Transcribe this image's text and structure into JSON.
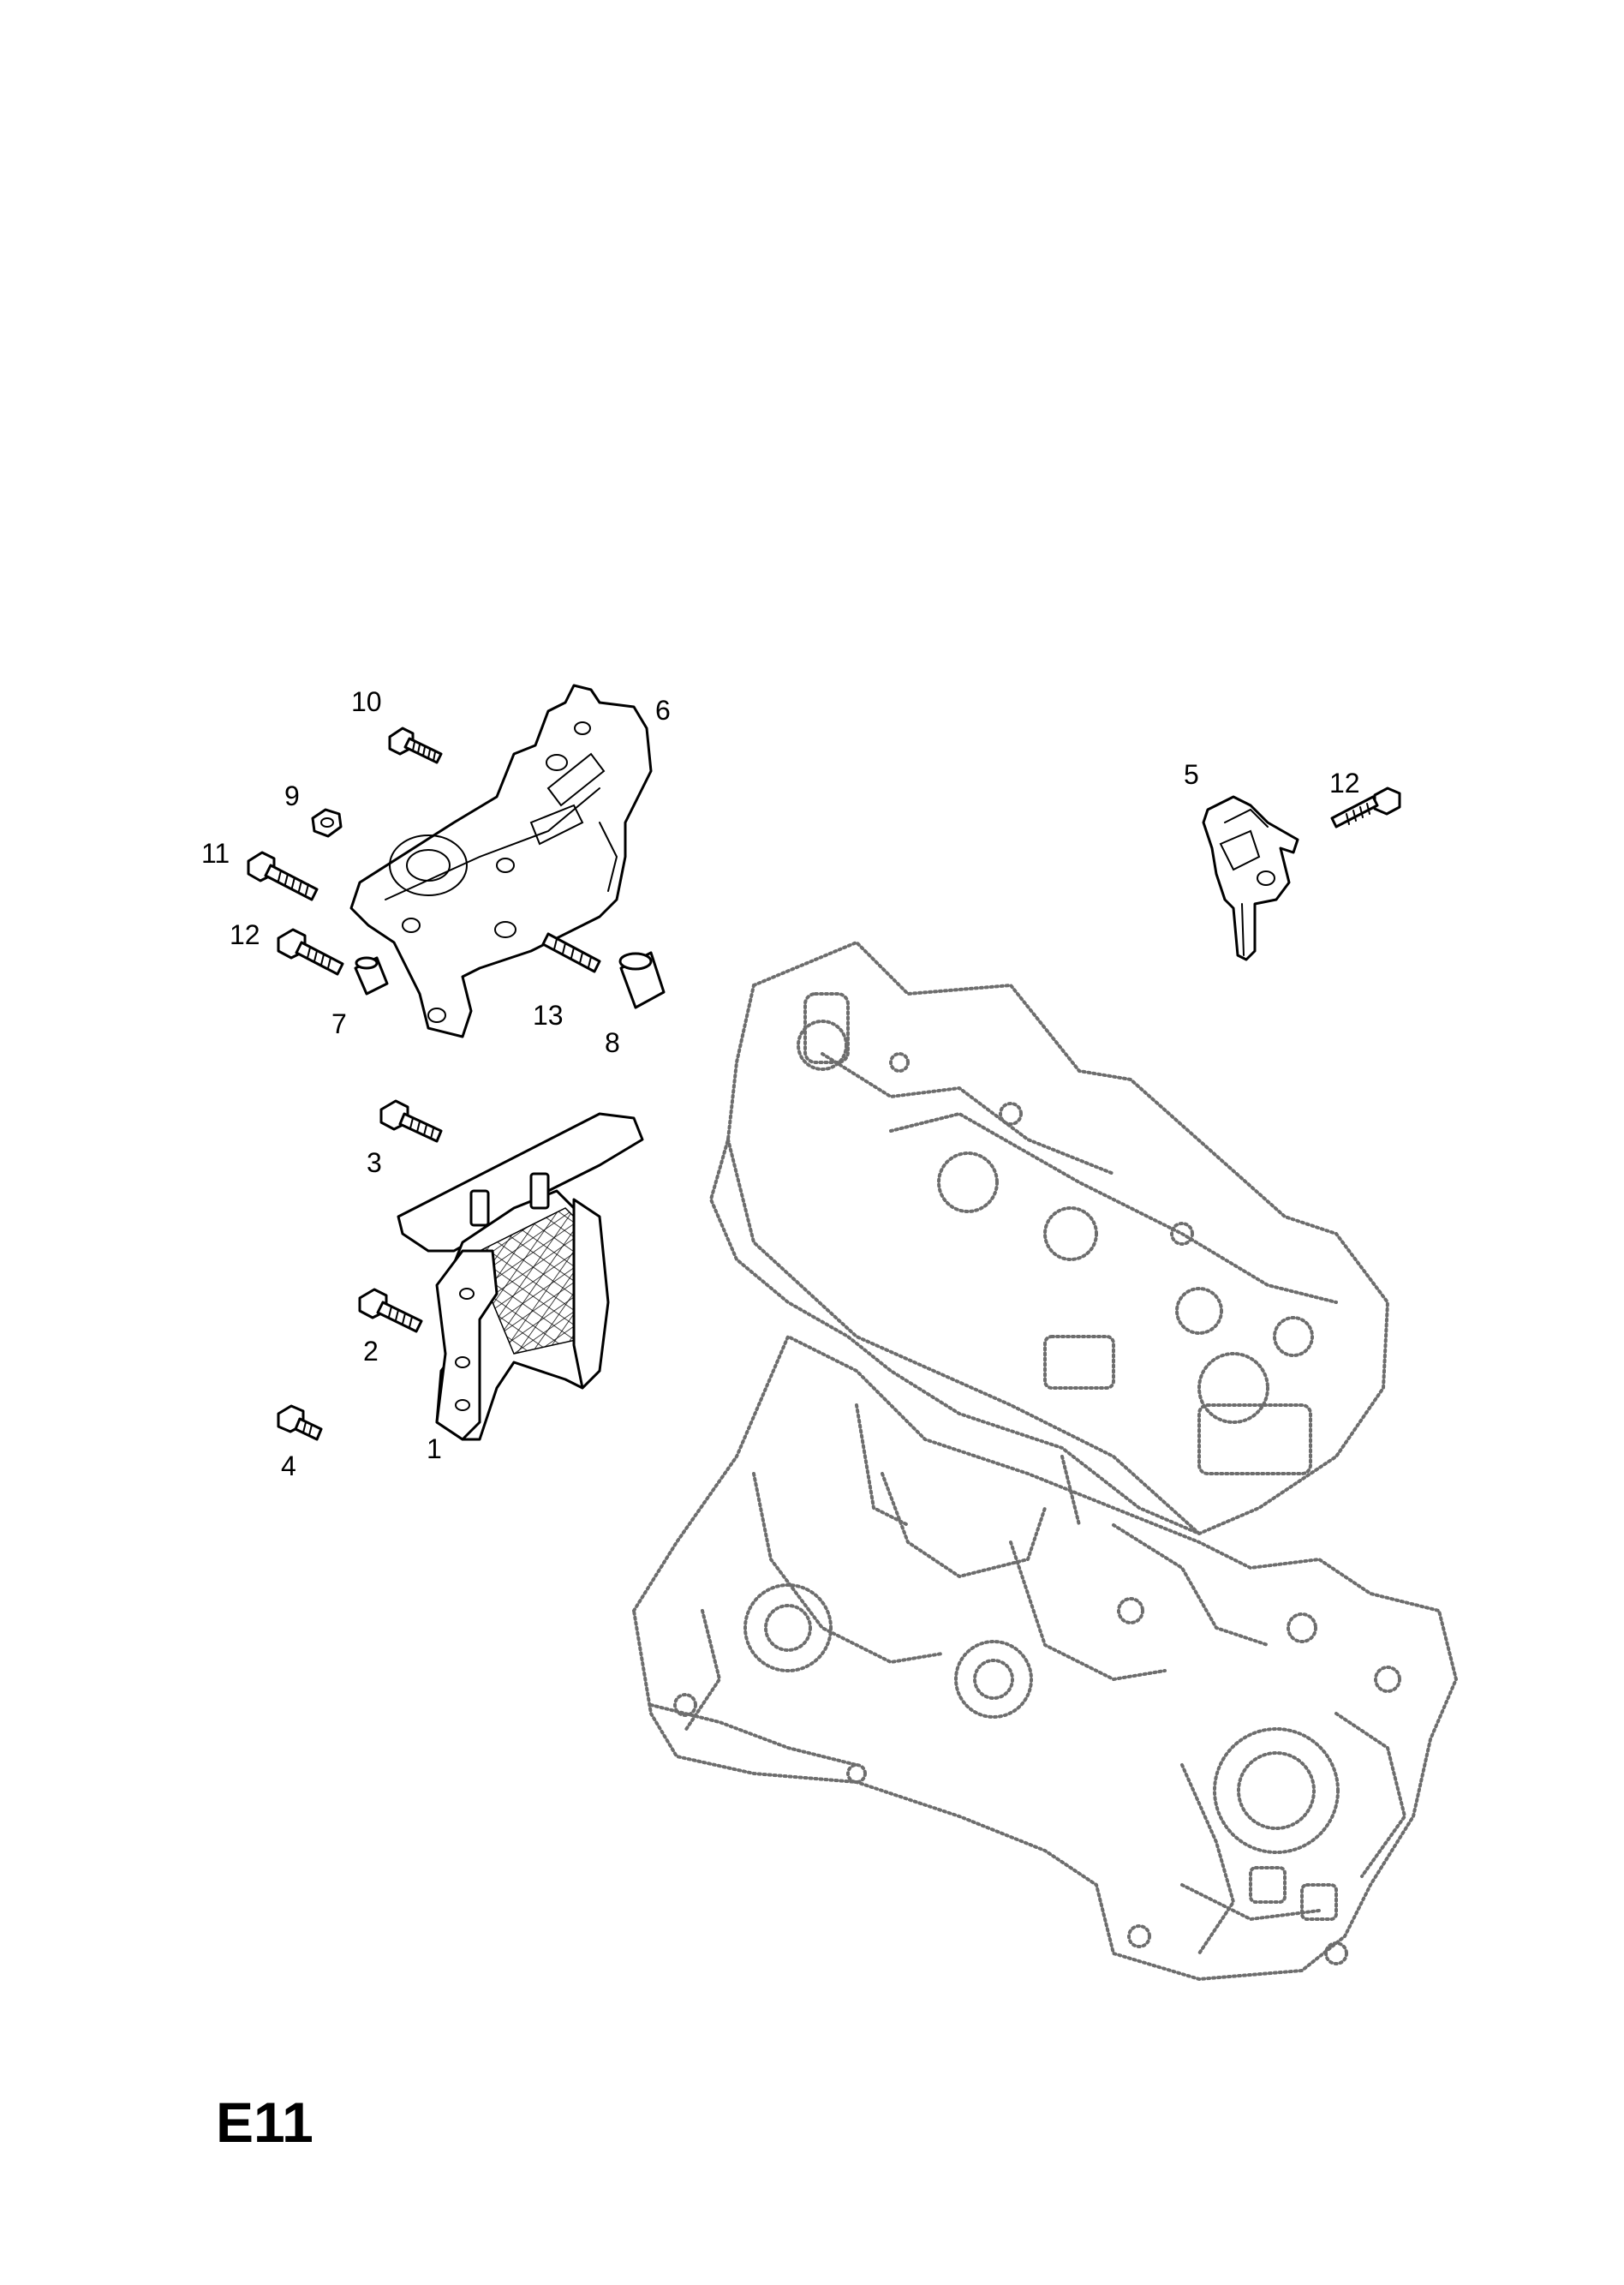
{
  "page_code": "E11",
  "callouts": {
    "p1": "1",
    "p2": "2",
    "p3": "3",
    "p4": "4",
    "p5": "5",
    "p6": "6",
    "p7": "7",
    "p8": "8",
    "p9": "9",
    "p10": "10",
    "p11": "11",
    "p12a": "12",
    "p12b": "12",
    "p13": "13"
  }
}
